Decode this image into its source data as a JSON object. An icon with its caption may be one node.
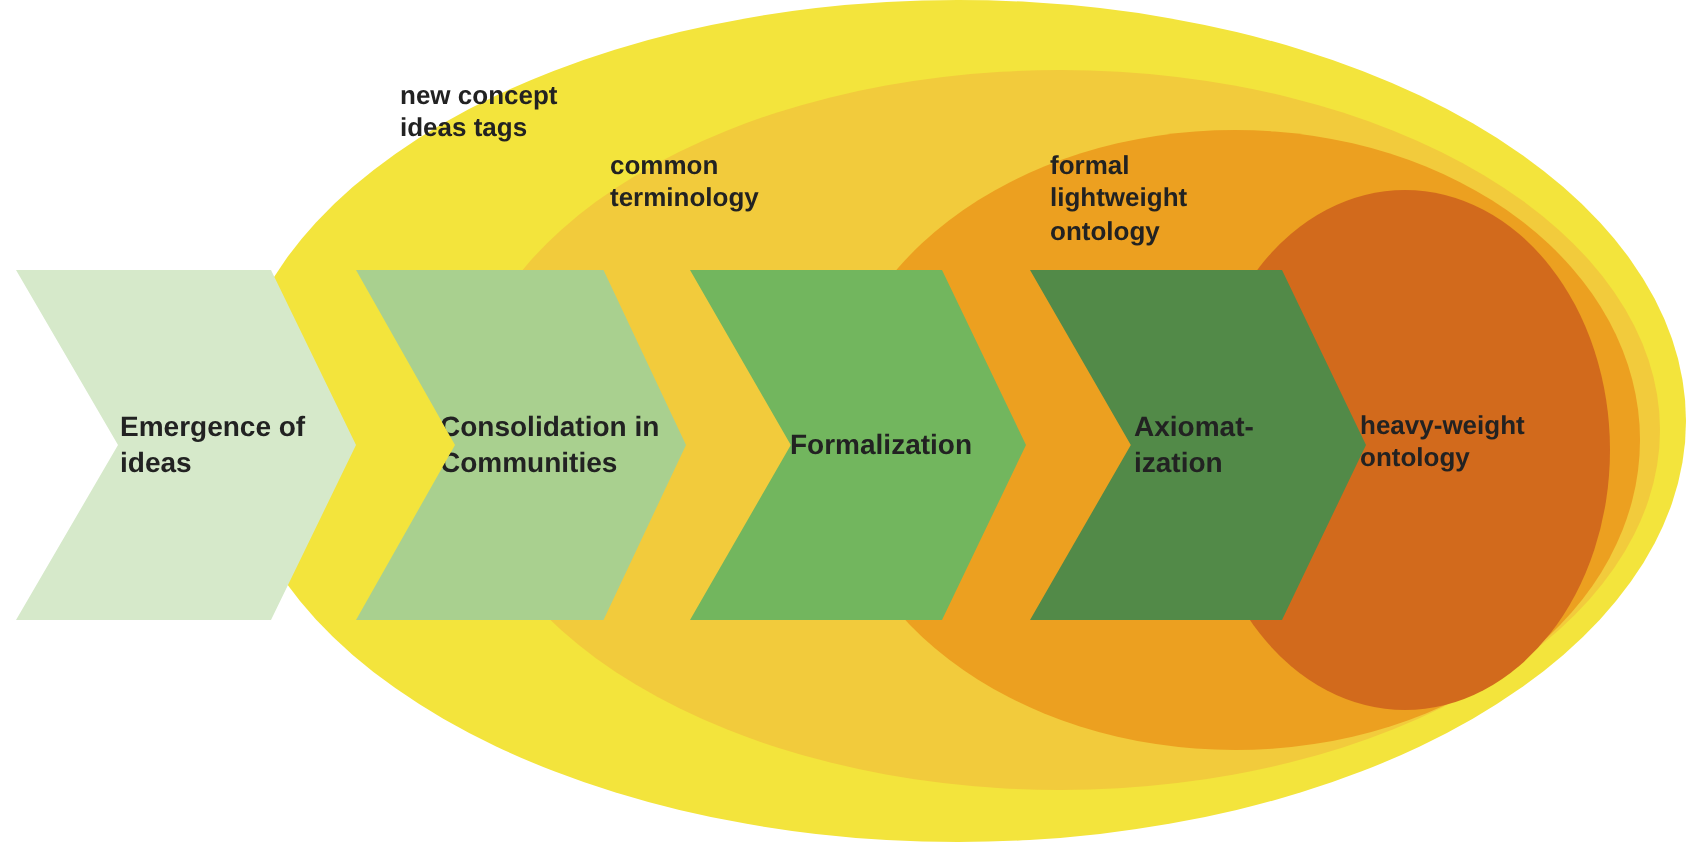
{
  "diagram": {
    "nodes": [
      {
        "text": [
          "new concept ideas tags"
        ]
      },
      {
        "text": [
          "common terminology"
        ],
        "in": 0
      },
      {
        "text": [
          "formal lightweight ontology"
        ],
        "in": 1
      },
      {
        "text": [
          "heavy-weight ontology"
        ],
        "in": 2
      },
      {
        "text": [
          "Emergence of ideas"
        ]
      },
      {
        "text": [
          "Consolidation in Communities"
        ],
        "in": 0
      },
      {
        "text": [
          "Formalization"
        ],
        "in": 1
      },
      {
        "text": [
          "Axiomat-ization"
        ],
        "in": 2
      }
    ]
  }
}
